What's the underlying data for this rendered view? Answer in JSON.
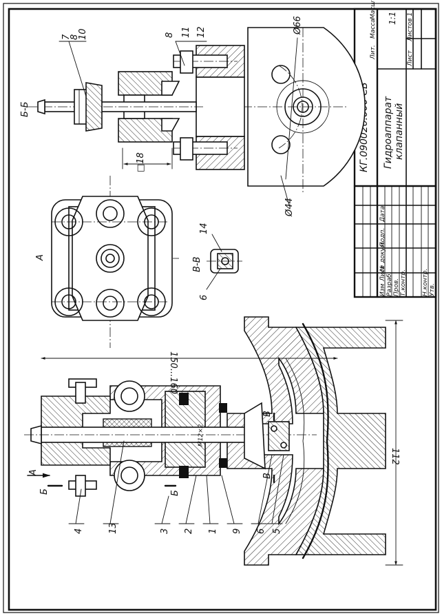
{
  "drawing": {
    "designation": "КГ.090020.000 СБ",
    "title_line1": "Гидроаппарат",
    "title_line2": "клапанный",
    "scale_value": "1:1"
  },
  "title_block": {
    "col_izm": "Изм",
    "col_list": "Лист",
    "col_doc": "№ докум.",
    "col_sign": "Подп.",
    "col_date": "Дата",
    "row_razrab": "Разраб.",
    "row_prov": "Пров.",
    "row_tkontr": "Т.контр.",
    "row_nkontr": "Н.контр.",
    "row_utv": "Утв.",
    "lit_label": "Лит.",
    "mass_label": "Масса",
    "scale_label": "Масштаб",
    "sheet_label": "Лист",
    "sheets_label": "Листов 1"
  },
  "views": {
    "section_bb": "Б-Б",
    "section_vv": "В-В",
    "view_a": "А"
  },
  "dimensions": {
    "d66": "Ø66",
    "d44": "Ø44",
    "sq18": "□18",
    "m12": "М12×2",
    "h150": "150...160",
    "w112": "112"
  },
  "cut_marks": {
    "b": "Б",
    "v": "В",
    "a": "А"
  },
  "callouts": {
    "p1": "1",
    "p2": "2",
    "p3": "3",
    "p4": "4",
    "p5": "5",
    "p6": "6",
    "p7": "7",
    "p8": "8",
    "p9": "9",
    "p10": "10",
    "p11": "11",
    "p12": "12",
    "p13": "13",
    "p14": "14"
  }
}
